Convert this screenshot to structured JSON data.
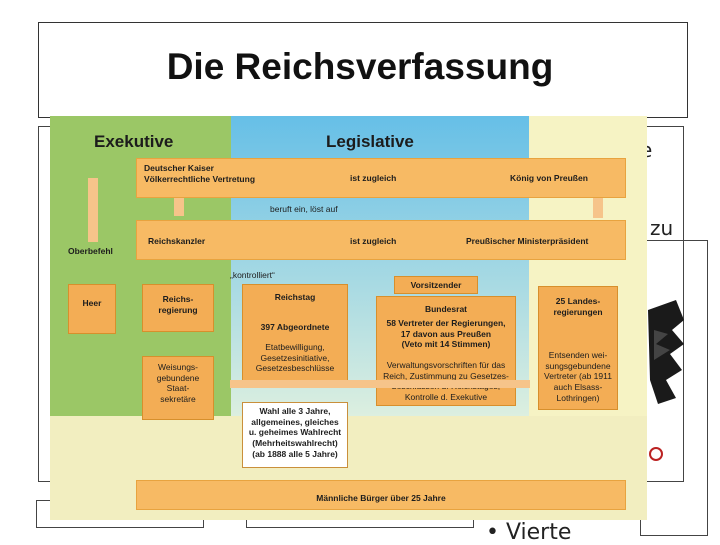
{
  "slide": {
    "title": "Die Reichsverfassung",
    "bg_fragments": {
      "fragment_zu": "zu",
      "fragment_vierte": "• Vierte",
      "fragment_e": "e"
    }
  },
  "diagram": {
    "headers": {
      "exekutive": "Exekutive",
      "legislative": "Legislative"
    },
    "top_row": {
      "kaiser": "Deutscher Kaiser",
      "voelker": "Völkerrechtliche Vertretung",
      "ist_zugleich_1": "ist zugleich",
      "koenig": "König von Preußen"
    },
    "beruft": "beruft ein, löst auf",
    "second_row": {
      "kanzler": "Reichskanzler",
      "ist_zugleich_2": "ist zugleich",
      "ministerpraesident": "Preußischer Ministerpräsident"
    },
    "oberbefehl": "Oberbefehl",
    "kontrolliert": "„kontrolliert“",
    "vorsitzender": "Vorsitzender",
    "heer": "Heer",
    "reichsregierung": "Reichs-\nregierung",
    "weisungs": "Weisungs-\ngebundene\nStaat-\nsekretäre",
    "reichstag": {
      "title": "Reichstag",
      "abgeordnete": "397 Abgeordnete",
      "befugnisse": "Etatbewilligung,\nGesetzesinitiative,\nGesetzesbeschlüsse"
    },
    "bundesrat": {
      "title": "Bundesrat",
      "vertreter": "58 Vertreter der Regierungen,\n17 davon aus Preußen\n(Veto mit 14 Stimmen)",
      "befugnisse": "Verwaltungsvorschriften für das\nReich, Zustimmung zu Gesetzes-\nbeschlüssen d. Reichstages,\nKontrolle d. Exekutive"
    },
    "landesregierungen": {
      "title": "25 Landes-\nregierungen",
      "entsenden": "Entsenden wei-\nsungsgebundene\nVertreter (ab 1911\nauch Elsass-\nLothringen)"
    },
    "wahl": "Wahl alle 3 Jahre,\nallgemeines, gleiches\nu. geheimes Wahlrecht\n(Mehrheitswahlrecht)\n(ab 1888 alle 5 Jahre)",
    "buerger": "Männliche Bürger über 25 Jahre"
  },
  "colors": {
    "exekutive_panel": "#9bc766",
    "legislative_panel": "#66bfe7",
    "boxes": "#f3ad55",
    "bars": "#f7ba64"
  }
}
